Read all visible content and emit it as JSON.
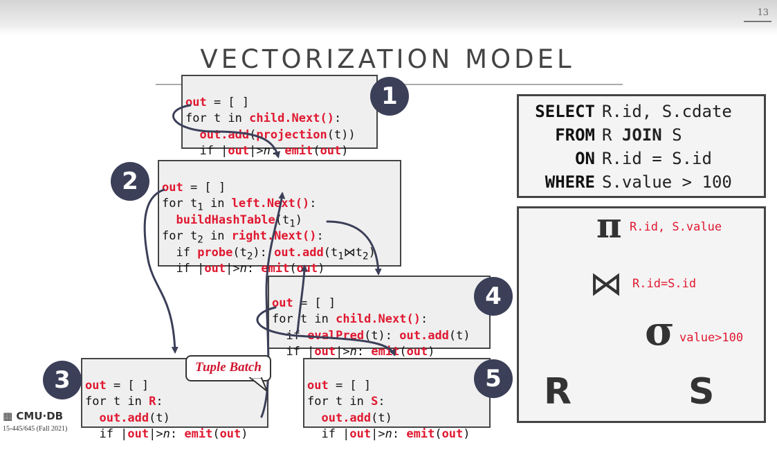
{
  "page_number": "13",
  "title": "VECTORIZATION MODEL",
  "badges": {
    "b1": "1",
    "b2": "2",
    "b3": "3",
    "b4": "4",
    "b5": "5"
  },
  "tuple_batch_label": "Tuple Batch",
  "sql": {
    "select_kw": "SELECT",
    "select_val": "R.id, S.cdate",
    "from_kw": "FROM",
    "from_r": "R ",
    "join_kw": "JOIN",
    "from_s": " S",
    "on_kw": "ON",
    "on_val": "R.id = S.id",
    "where_kw": "WHERE",
    "where_val": "S.value > 100"
  },
  "tree": {
    "pi_symbol": "π",
    "pi_label": "R.id, S.value",
    "join_symbol": "⋈",
    "join_label": "R.id=S.id",
    "sigma_symbol": "σ",
    "sigma_label": "value>100",
    "left_leaf": "R",
    "right_leaf": "S"
  },
  "footer": {
    "logo": "CMU·DB",
    "course": "15-445/645 (Fall 2021)"
  },
  "colors": {
    "keyword": "#e01830",
    "badge": "#3b3f58",
    "arrow_dark": "#3b3f58",
    "arrow_red": "#e83040"
  }
}
